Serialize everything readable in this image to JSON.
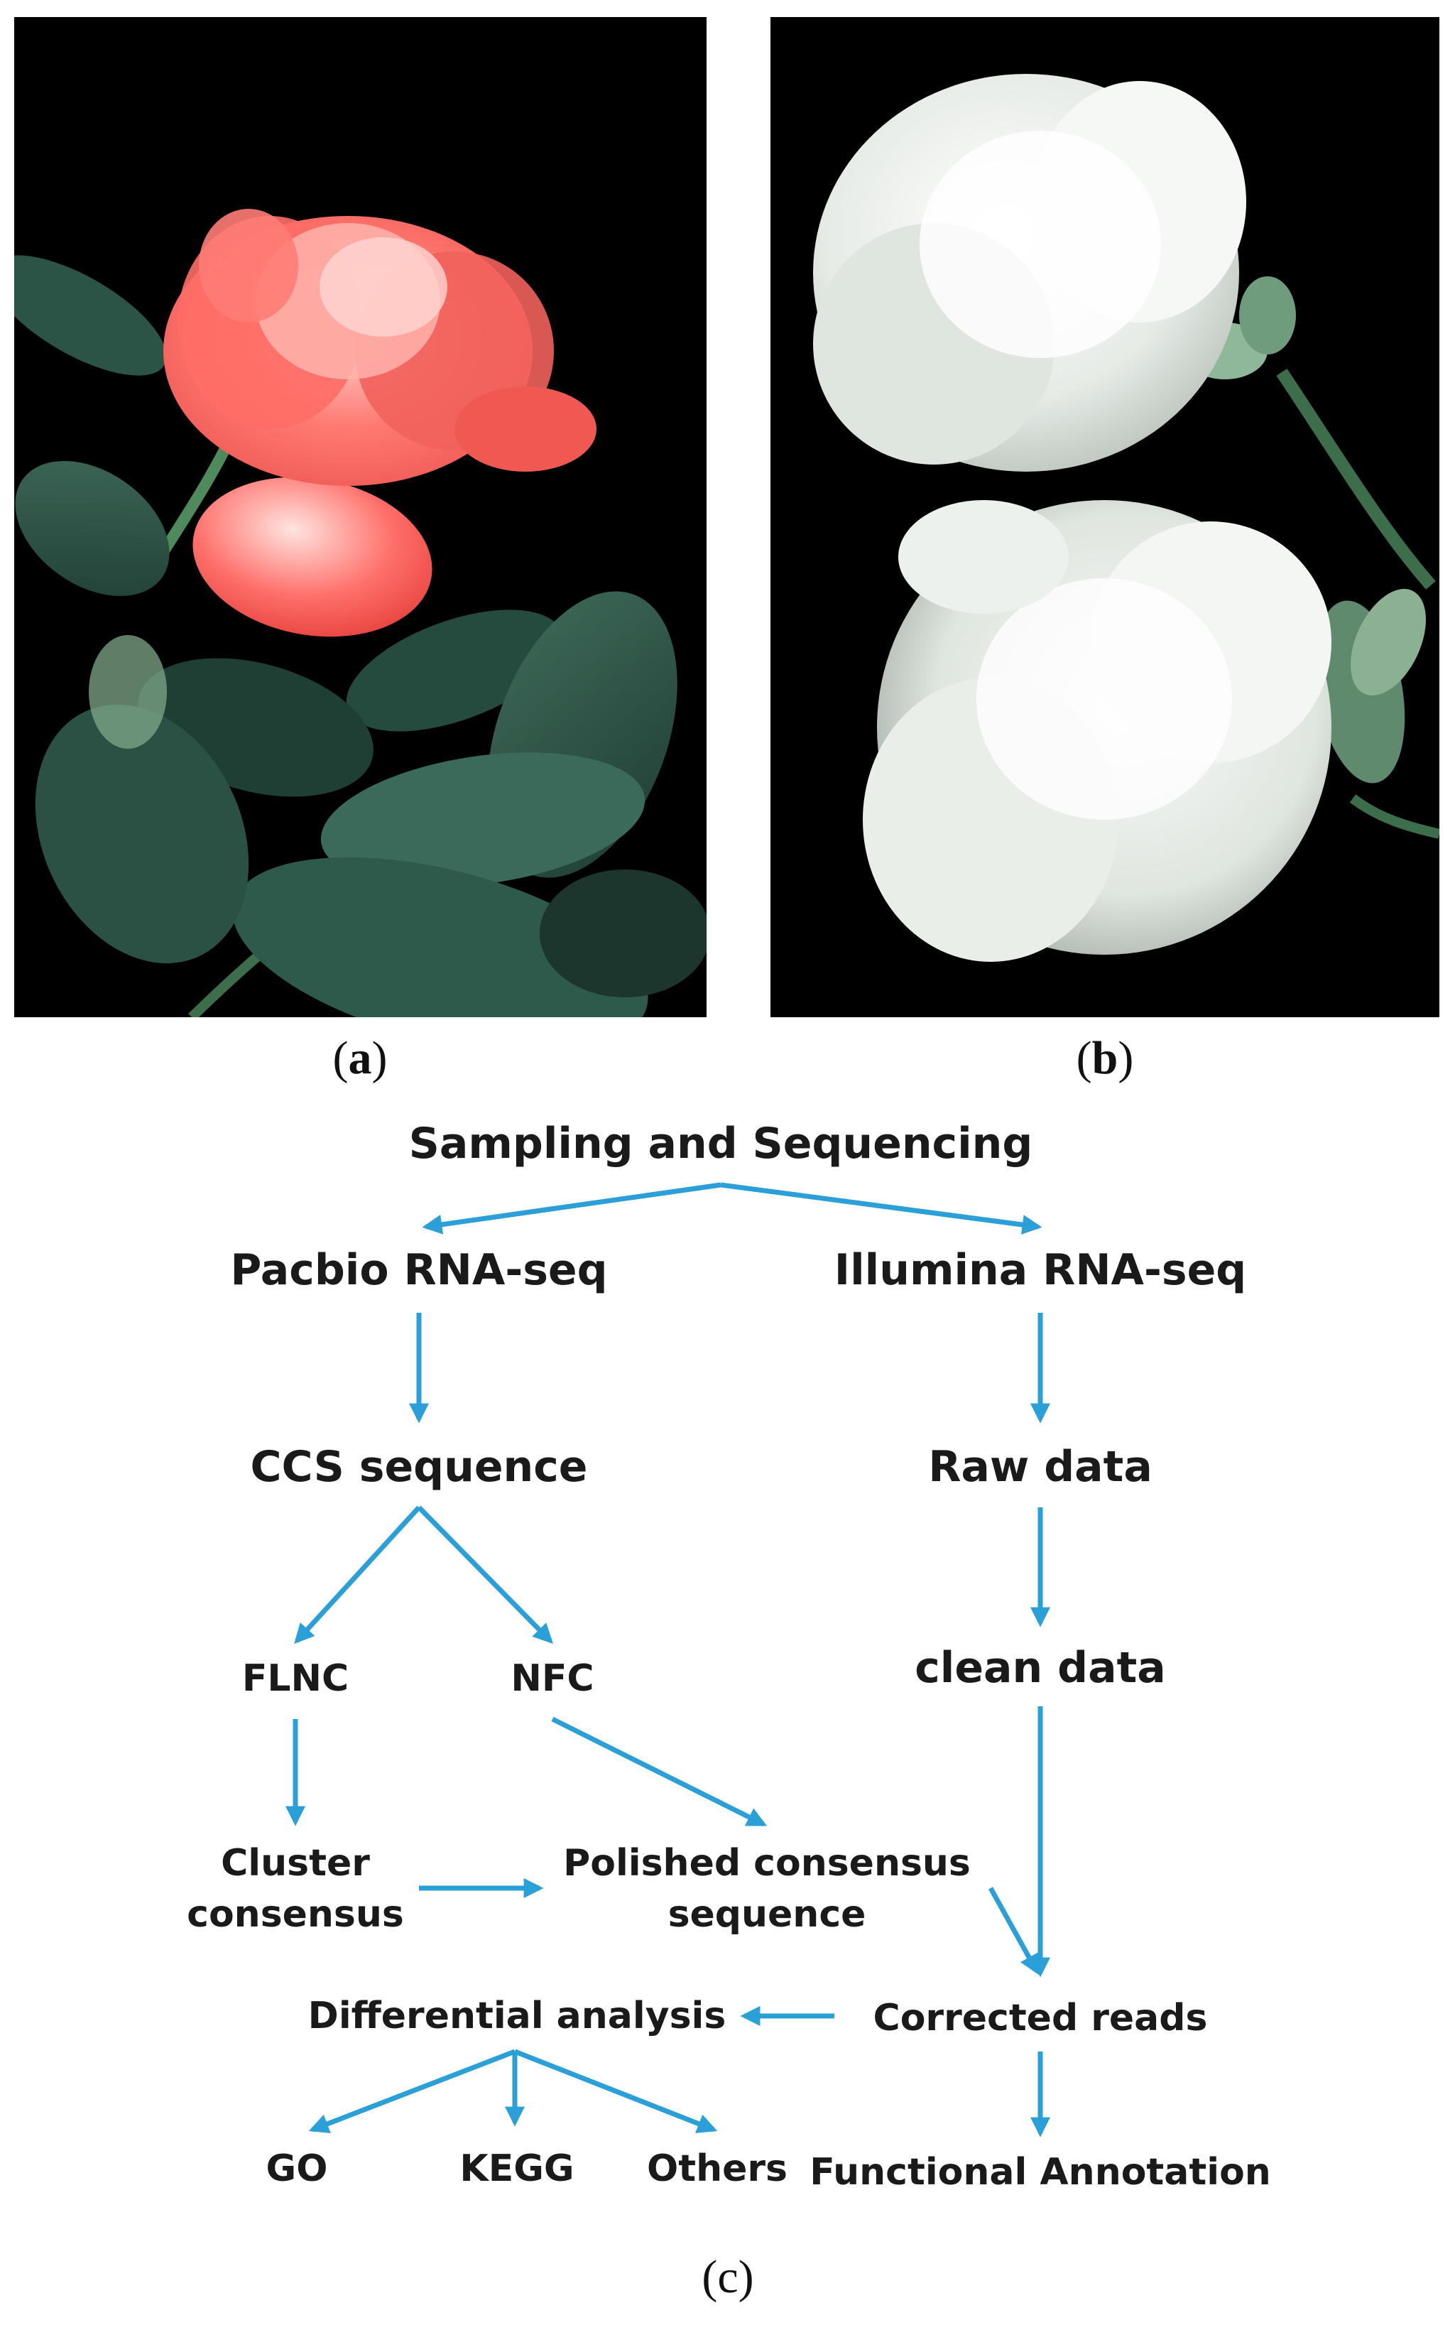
{
  "panels": {
    "a": {
      "label_open": "(",
      "label_letter": "a",
      "label_close": ")"
    },
    "b": {
      "label_open": "(",
      "label_letter": "b",
      "label_close": ")"
    },
    "c": {
      "label_open": "(",
      "label_letter": "c",
      "label_close": ")"
    }
  },
  "photos": {
    "a": {
      "subject": "pink-rose-photo"
    },
    "b": {
      "subject": "white-rose-photo"
    }
  },
  "colors": {
    "arrow": "#2a9fd8",
    "text": "#1a1a1a",
    "photo_background": "#000000"
  },
  "flowchart": {
    "sampling": "Sampling and Sequencing",
    "pacbio": "Pacbio RNA-seq",
    "illumina": "Illumina RNA-seq",
    "ccs": "CCS sequence",
    "raw": "Raw data",
    "flnc": "FLNC",
    "nfc": "NFC",
    "clean": "clean data",
    "cluster_line1": "Cluster",
    "cluster_line2": "consensus",
    "polished_line1": "Polished consensus",
    "polished_line2": "sequence",
    "differential": "Differential analysis",
    "corrected": "Corrected reads",
    "go": "GO",
    "kegg": "KEGG",
    "others": "Others",
    "functional": "Functional Annotation"
  }
}
